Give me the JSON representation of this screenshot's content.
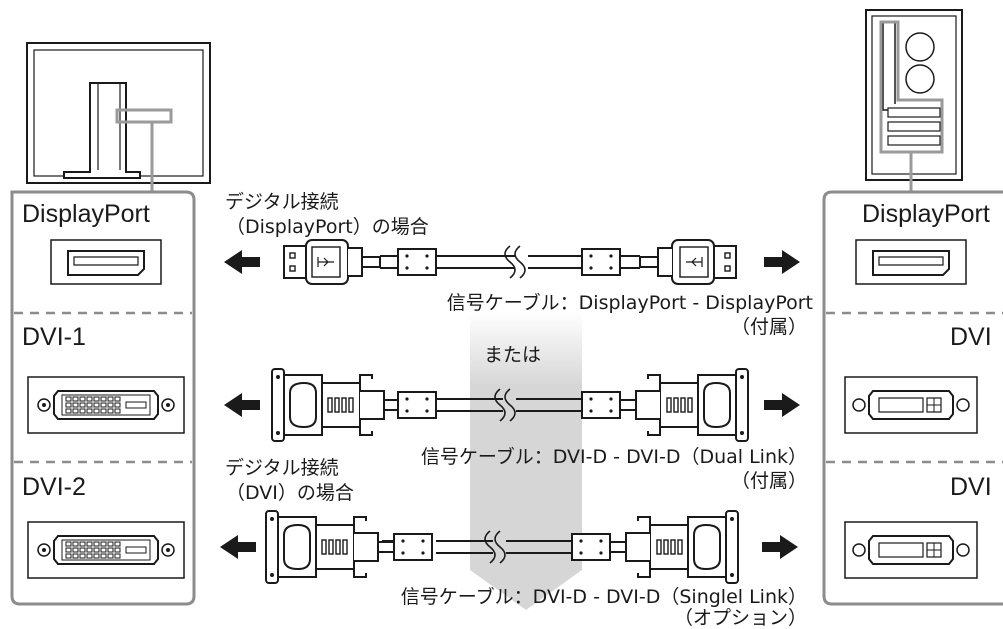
{
  "left_panel": {
    "displayport_label": "DisplayPort",
    "dvi1_label": "DVI-1",
    "dvi2_label": "DVI-2"
  },
  "right_panel": {
    "displayport_label": "DisplayPort",
    "dvi_label_1": "DVI",
    "dvi_label_2": "DVI"
  },
  "cables": {
    "dp_title_line1": "デジタル接続",
    "dp_title_line2": "（DisplayPort）の場合",
    "dp_cable_label": "信号ケーブル：DisplayPort - DisplayPort",
    "dp_cable_note": "（付属）",
    "or_text": "または",
    "dual_cable_label": "信号ケーブル：DVI-D - DVI-D（Dual Link）",
    "dual_cable_note": "（付属）",
    "dvi_title_line1": "デジタル接続",
    "dvi_title_line2": "（DVI）の場合",
    "single_cable_label": "信号ケーブル：DVI-D - DVI-D（Singlel Link）",
    "single_cable_note": "（オプション）"
  },
  "colors": {
    "line": "#1a1a1a",
    "panel_border": "#8c8c8c",
    "highlight": "#9a9a9a",
    "band": "#d8d8d8"
  }
}
